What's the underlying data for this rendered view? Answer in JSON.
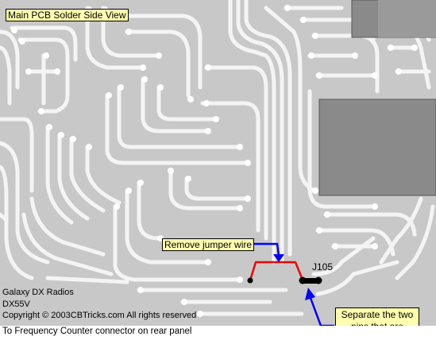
{
  "diagram": {
    "title": "Main PCB Solder Side View",
    "remove_label": "Remove jumper wire",
    "separate_label": "Separate the two pins that are soldered together",
    "jumper_label": "J105",
    "brand": "Galaxy DX Radios",
    "model": "DX55V",
    "copyright": "Copyright © 2003CBTricks.com      All rights reserved",
    "footer": "To Frequency Counter connector on rear panel"
  },
  "colors": {
    "board": "#c8c8c8",
    "trace": "#f4f4f4",
    "shield": "#8a8a8a",
    "callout_bg": "#ffffb0",
    "jumper_wire": "#ee0000",
    "arrow": "#0000ff"
  }
}
